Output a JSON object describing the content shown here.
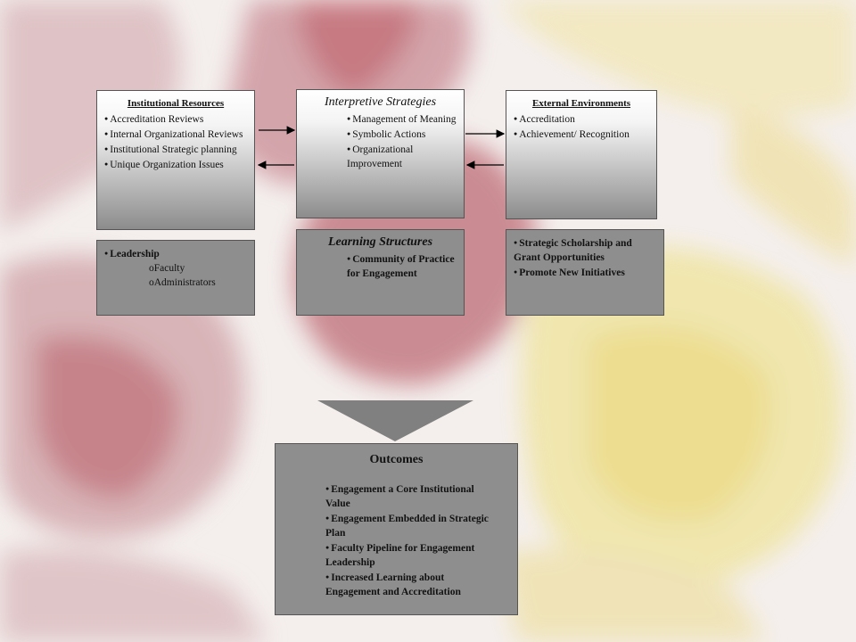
{
  "boxes": {
    "institutional_resources": {
      "title": "Institutional Resources",
      "items": [
        "Accreditation Reviews",
        "Internal Organizational Reviews",
        "Institutional Strategic planning",
        "Unique Organization Issues"
      ]
    },
    "interpretive_strategies": {
      "title": "Interpretive Strategies",
      "items": [
        "Management of Meaning",
        "Symbolic Actions",
        "Organizational Improvement"
      ]
    },
    "external_environments": {
      "title": "External Environments",
      "items": [
        "Accreditation",
        "Achievement/ Recognition"
      ]
    },
    "leadership": {
      "title": "Leadership",
      "items": [
        "Faculty",
        "Administrators"
      ]
    },
    "learning_structures": {
      "title": "Learning Structures",
      "items": [
        "Community of Practice for Engagement"
      ]
    },
    "scholarship": {
      "items": [
        "Strategic Scholarship and Grant Opportunities",
        "Promote New Initiatives"
      ]
    },
    "outcomes": {
      "title": "Outcomes",
      "items": [
        "Engagement a Core Institutional Value",
        "Engagement Embedded in Strategic Plan",
        "Faculty Pipeline for Engagement Leadership",
        "Increased Learning about Engagement and Accreditation"
      ]
    }
  },
  "colors": {
    "box_solid": "#8e8e8e",
    "big_arrow": "#808080",
    "background_red": "#b85c63",
    "background_yellow": "#efe28f"
  }
}
